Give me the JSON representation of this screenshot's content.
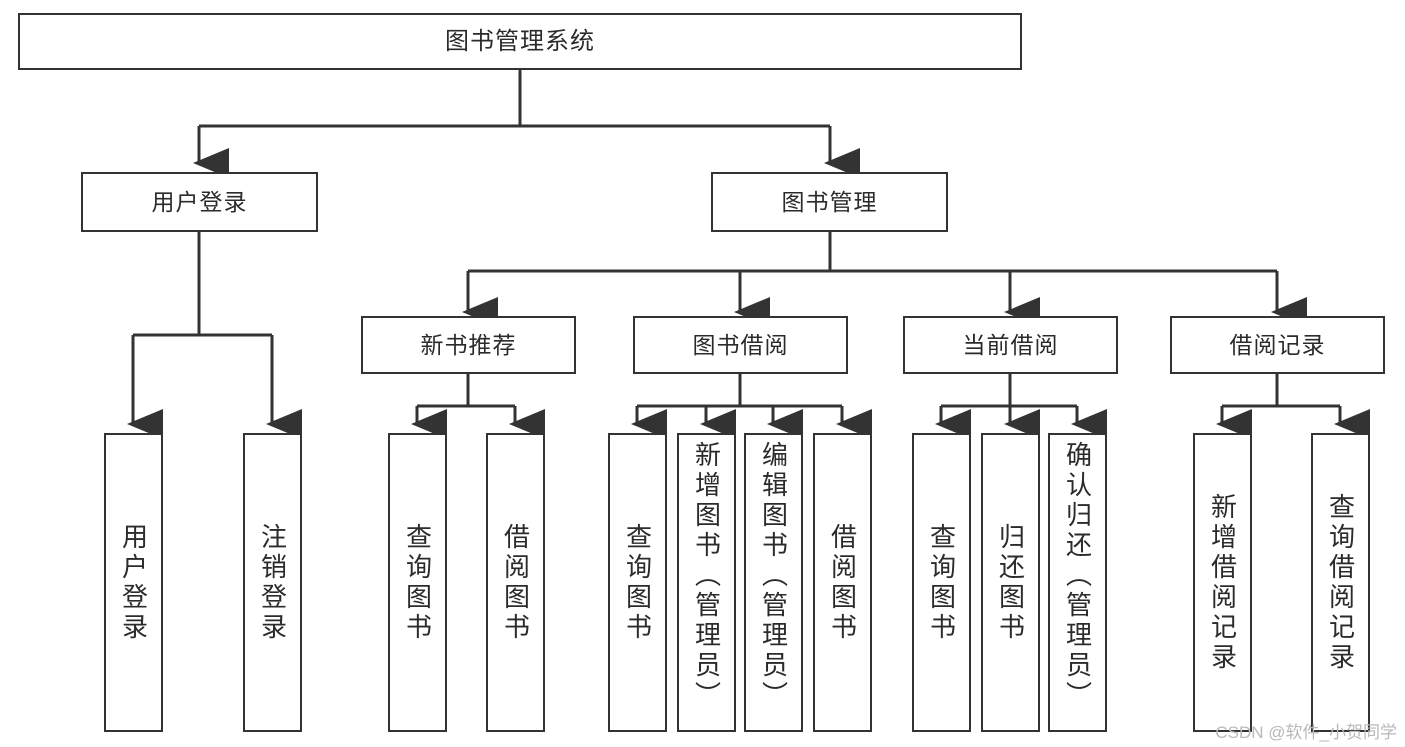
{
  "diagram": {
    "type": "tree-hierarchy",
    "title": "图书管理系统",
    "orientation": "top-down",
    "stroke_color": "#333333",
    "fill_color": "#ffffff",
    "text_color": "#2b2b2b",
    "background": "#ffffff"
  },
  "root": {
    "label": "图书管理系统"
  },
  "level2": [
    {
      "label": "用户登录"
    },
    {
      "label": "图书管理"
    }
  ],
  "level3": [
    {
      "label": "新书推荐"
    },
    {
      "label": "图书借阅"
    },
    {
      "label": "当前借阅"
    },
    {
      "label": "借阅记录"
    }
  ],
  "leaves": {
    "user_login": [
      {
        "label": "用户登录"
      },
      {
        "label": "注销登录"
      }
    ],
    "new_book_recommend": [
      {
        "label": "查询图书"
      },
      {
        "label": "借阅图书"
      }
    ],
    "book_borrow": [
      {
        "label": "查询图书"
      },
      {
        "label": "新增图书（管理员）"
      },
      {
        "label": "编辑图书（管理员）"
      },
      {
        "label": "借阅图书"
      }
    ],
    "current_borrow": [
      {
        "label": "查询图书"
      },
      {
        "label": "归还图书"
      },
      {
        "label": "确认归还（管理员）"
      }
    ],
    "borrow_record": [
      {
        "label": "新增借阅记录"
      },
      {
        "label": "查询借阅记录"
      }
    ]
  },
  "watermark": {
    "text": "CSDN @软件_小贺同学"
  }
}
